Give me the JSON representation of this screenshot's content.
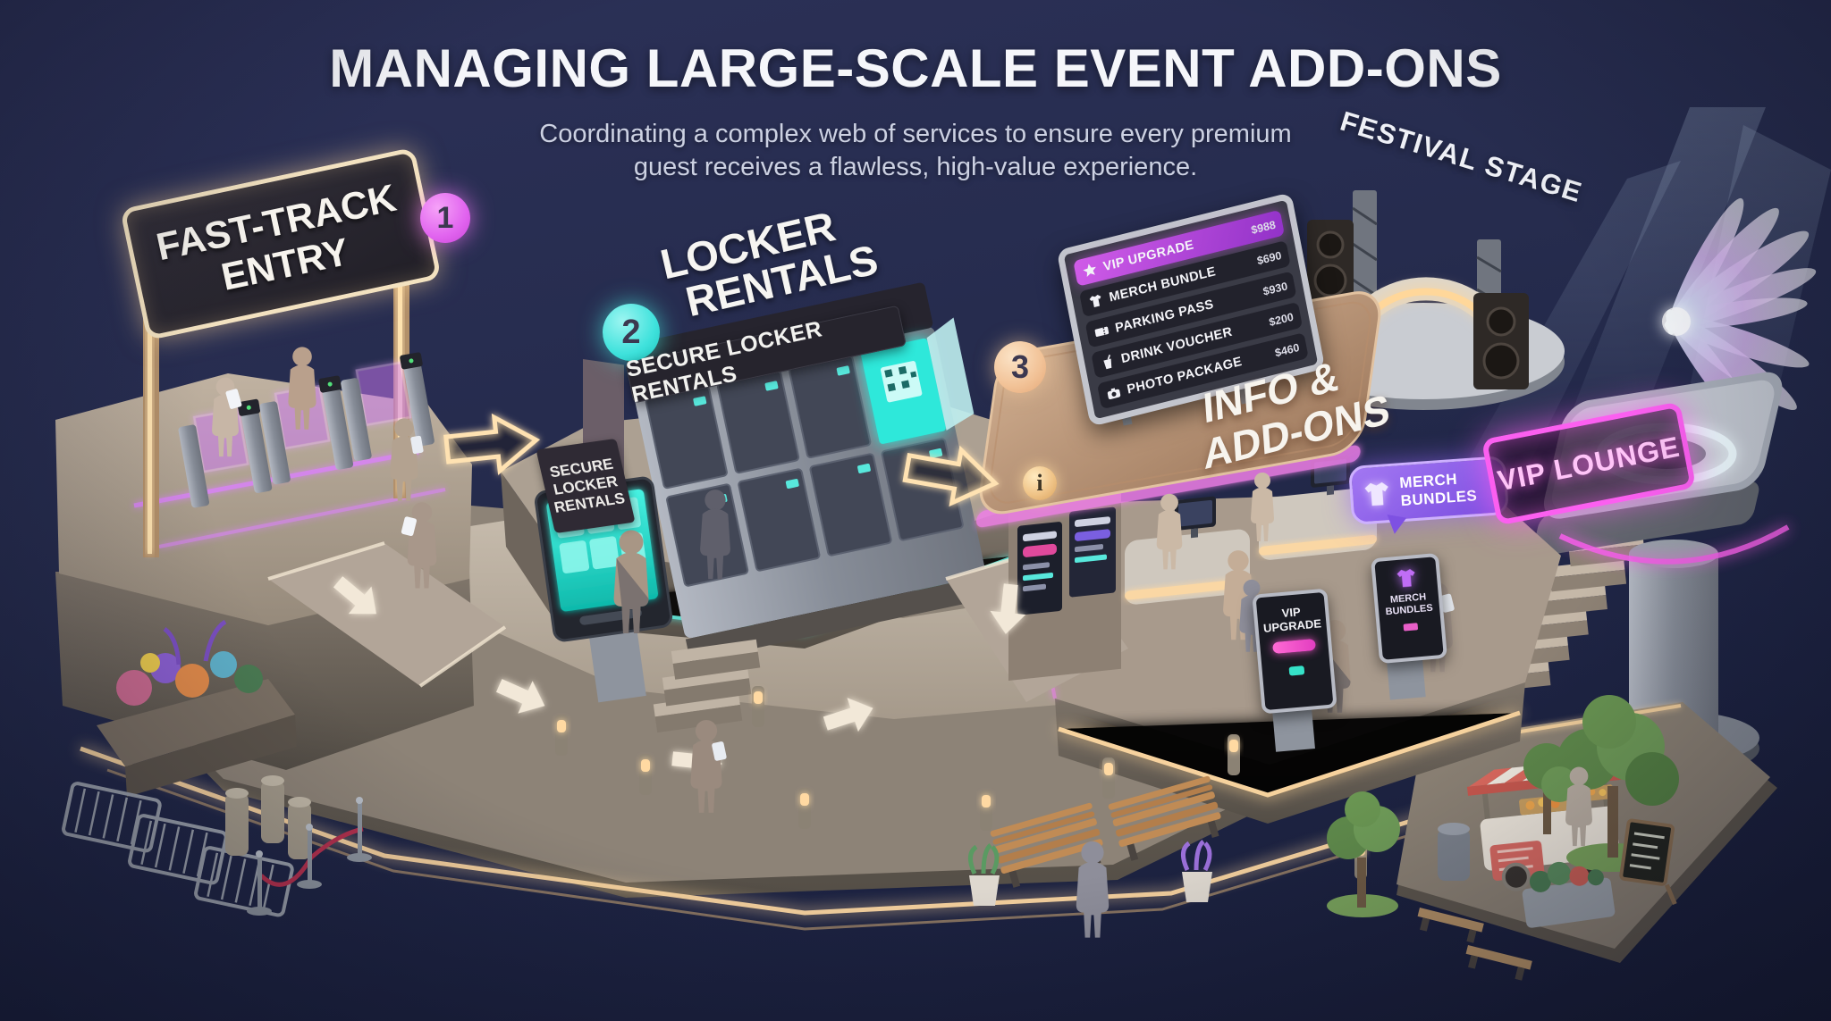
{
  "header": {
    "title": "MANAGING LARGE-SCALE EVENT ADD-ONS",
    "subtitle_line1": "Coordinating a complex web of services to ensure every premium",
    "subtitle_line2": "guest receives a flawless, high-value experience."
  },
  "steps": {
    "one": {
      "number": "1",
      "line1": "FAST-TRACK",
      "line2": "ENTRY"
    },
    "two": {
      "number": "2",
      "line1": "LOCKER",
      "line2": "RENTALS"
    },
    "three": {
      "number": "3",
      "line1": "INFO &",
      "line2": "ADD-ONS"
    }
  },
  "locker_area": {
    "banner": "SECURE LOCKER RENTALS",
    "side_sign": {
      "line1": "SECURE",
      "line2": "LOCKER",
      "line3": "RENTALS"
    }
  },
  "menu_board": {
    "items": [
      {
        "icon": "star-icon",
        "label": "VIP UPGRADE",
        "price": "$988",
        "highlighted": true
      },
      {
        "icon": "tshirt-icon",
        "label": "MERCH BUNDLE",
        "price": "$690",
        "highlighted": false
      },
      {
        "icon": "ticket-icon",
        "label": "PARKING PASS",
        "price": "$930",
        "highlighted": false
      },
      {
        "icon": "drink-icon",
        "label": "DRINK VOUCHER",
        "price": "$200",
        "highlighted": false
      },
      {
        "icon": "camera-icon",
        "label": "PHOTO PACKAGE",
        "price": "$460",
        "highlighted": false
      }
    ]
  },
  "area_labels": {
    "festival_stage": "FESTIVAL STAGE",
    "vip_lounge": "VIP LOUNGE",
    "info_symbol": "i"
  },
  "merch_bubble": {
    "line1": "MERCH",
    "line2": "BUNDLES"
  },
  "kiosks": {
    "vip": {
      "line1": "VIP",
      "line2": "UPGRADE"
    },
    "merch": {
      "line1": "MERCH",
      "line2": "BUNDLES"
    }
  },
  "colors": {
    "background": "#232949",
    "accent_pink": "#e86df0",
    "accent_cyan": "#3fe2dc",
    "accent_peach": "#f2c398",
    "neon_pink": "#fb5ff0",
    "warm_glow": "#ffd9a2",
    "menu_highlight": "#b442d8",
    "bubble_purple": "#8a5ce8"
  }
}
